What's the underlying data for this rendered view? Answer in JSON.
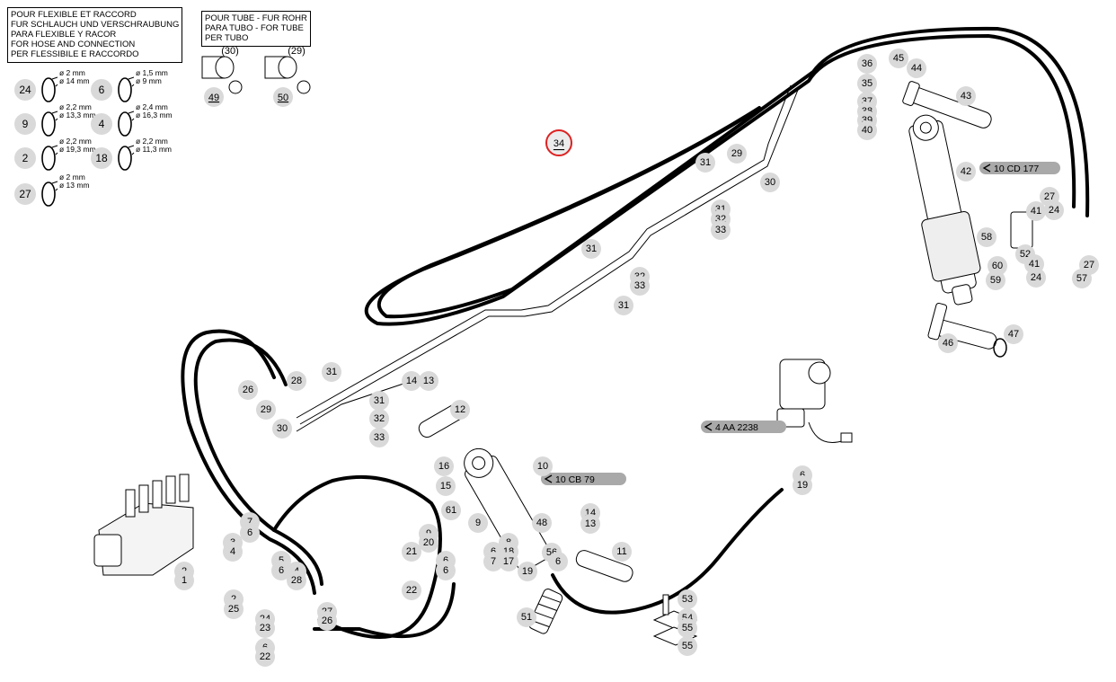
{
  "legend_hose": [
    "POUR FLEXIBLE ET RACCORD",
    "FUR SCHLAUCH UND VERSCHRAUBUNG",
    "PARA FLEXIBLE Y RACOR",
    "FOR HOSE AND CONNECTION",
    "PER FLESSIBILE E RACCORDO"
  ],
  "legend_tube": [
    "POUR TUBE - FUR ROHR",
    "PARA TUBO - FOR TUBE",
    "PER TUBO"
  ],
  "orings": [
    {
      "num": "24",
      "d1": "ø 2 mm",
      "d2": "ø 14 mm"
    },
    {
      "num": "6",
      "d1": "ø 1,5 mm",
      "d2": "ø 9 mm"
    },
    {
      "num": "9",
      "d1": "ø 2,2 mm",
      "d2": "ø 13,3 mm"
    },
    {
      "num": "4",
      "d1": "ø 2,4 mm",
      "d2": "ø 16,3 mm"
    },
    {
      "num": "2",
      "d1": "ø 2,2 mm",
      "d2": "ø 19,3 mm"
    },
    {
      "num": "18",
      "d1": "ø 2,2 mm",
      "d2": "ø 11,3 mm"
    },
    {
      "num": "27",
      "d1": "ø 2 mm",
      "d2": "ø 13 mm"
    }
  ],
  "tube_fittings": [
    {
      "ref": "(30)",
      "num": "49"
    },
    {
      "ref": "(29)",
      "num": "50"
    }
  ],
  "ref_badges": [
    "10 CD 177",
    "10 CB 79",
    "4 AA 2238"
  ],
  "highlighted_part": "34",
  "callouts": [
    "36",
    "35",
    "37",
    "38",
    "39",
    "40",
    "45",
    "44",
    "43",
    "42",
    "29",
    "30",
    "31",
    "31",
    "32",
    "33",
    "31",
    "32",
    "33",
    "31",
    "28",
    "26",
    "29",
    "30",
    "31",
    "14",
    "13",
    "12",
    "31",
    "32",
    "33",
    "27",
    "24",
    "41",
    "58",
    "52",
    "60",
    "59",
    "41",
    "24",
    "57",
    "27",
    "47",
    "46",
    "10",
    "16",
    "15",
    "61",
    "9",
    "48",
    "14",
    "13",
    "11",
    "9",
    "20",
    "21",
    "8",
    "18",
    "6",
    "7",
    "17",
    "6",
    "6",
    "22",
    "56",
    "6",
    "19",
    "6",
    "19",
    "53",
    "54",
    "55",
    "55",
    "51",
    "7",
    "6",
    "3",
    "4",
    "5",
    "6",
    "4",
    "28",
    "2",
    "1",
    "2",
    "25",
    "24",
    "23",
    "27",
    "26",
    "6",
    "22"
  ]
}
